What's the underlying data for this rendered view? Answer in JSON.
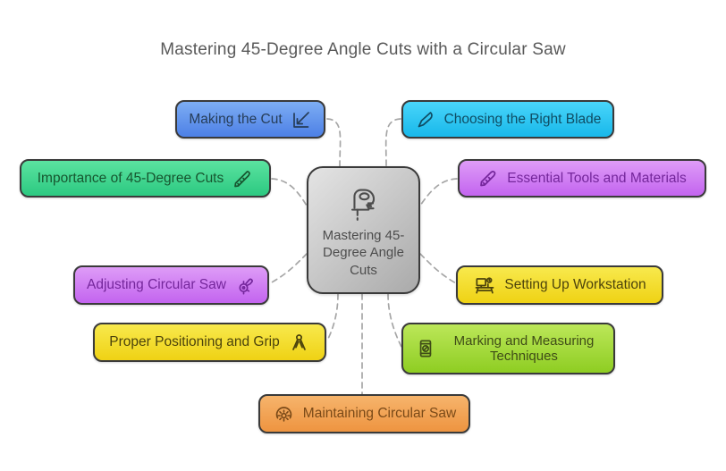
{
  "title": {
    "text": "Mastering 45-Degree Angle Cuts with a Circular Saw",
    "color": "#595959"
  },
  "connector_color": "#a6a6a6",
  "center": {
    "label": "Mastering 45-Degree Angle Cuts",
    "icon": "jigsaw-icon",
    "colors": {
      "top": "#e4e4e4",
      "bottom": "#aaaaaa",
      "text": "#4d4d4d"
    }
  },
  "nodes": [
    {
      "id": "making-the-cut",
      "label": "Making the Cut",
      "icon": "angle-cut-icon",
      "colors": {
        "top": "#7dadf3",
        "bottom": "#4d80e6",
        "text": "#263d58"
      }
    },
    {
      "id": "choosing-the-right-blade",
      "label": "Choosing the Right Blade",
      "icon": "knife-icon",
      "colors": {
        "top": "#49d5fa",
        "bottom": "#18b8ea",
        "text": "#0f4c63"
      }
    },
    {
      "id": "importance-of-45-degree-cuts",
      "label": "Importance of 45-Degree Cuts",
      "icon": "handsaw-icon",
      "colors": {
        "top": "#5be3a0",
        "bottom": "#2cc981",
        "text": "#17552f"
      }
    },
    {
      "id": "essential-tools-and-materials",
      "label": "Essential Tools and Materials",
      "icon": "saw-icon",
      "colors": {
        "top": "#de9cf7",
        "bottom": "#c364ef",
        "text": "#74269b"
      }
    },
    {
      "id": "adjusting-circular-saw",
      "label": "Adjusting Circular Saw",
      "icon": "circular-saw-icon",
      "colors": {
        "top": "#de9cf7",
        "bottom": "#c364ef",
        "text": "#74269b"
      }
    },
    {
      "id": "setting-up-workstation",
      "label": "Setting Up Workstation",
      "icon": "workbench-icon",
      "colors": {
        "top": "#f8e94d",
        "bottom": "#efd214",
        "text": "#4c430c"
      }
    },
    {
      "id": "proper-positioning-and-grip",
      "label": "Proper Positioning and Grip",
      "icon": "grip-icon",
      "colors": {
        "top": "#f8e94d",
        "bottom": "#efd214",
        "text": "#4c430c"
      }
    },
    {
      "id": "marking-and-measuring-techniques",
      "label": "Marking and Measuring Techniques",
      "icon": "marking-gauge-icon",
      "colors": {
        "top": "#bce759",
        "bottom": "#8ecd22",
        "text": "#3f4c17"
      }
    },
    {
      "id": "maintaining-circular-saw",
      "label": "Maintaining Circular Saw",
      "icon": "gear-icon",
      "colors": {
        "top": "#f6b46c",
        "bottom": "#ee9440",
        "text": "#7a4a18"
      }
    }
  ]
}
